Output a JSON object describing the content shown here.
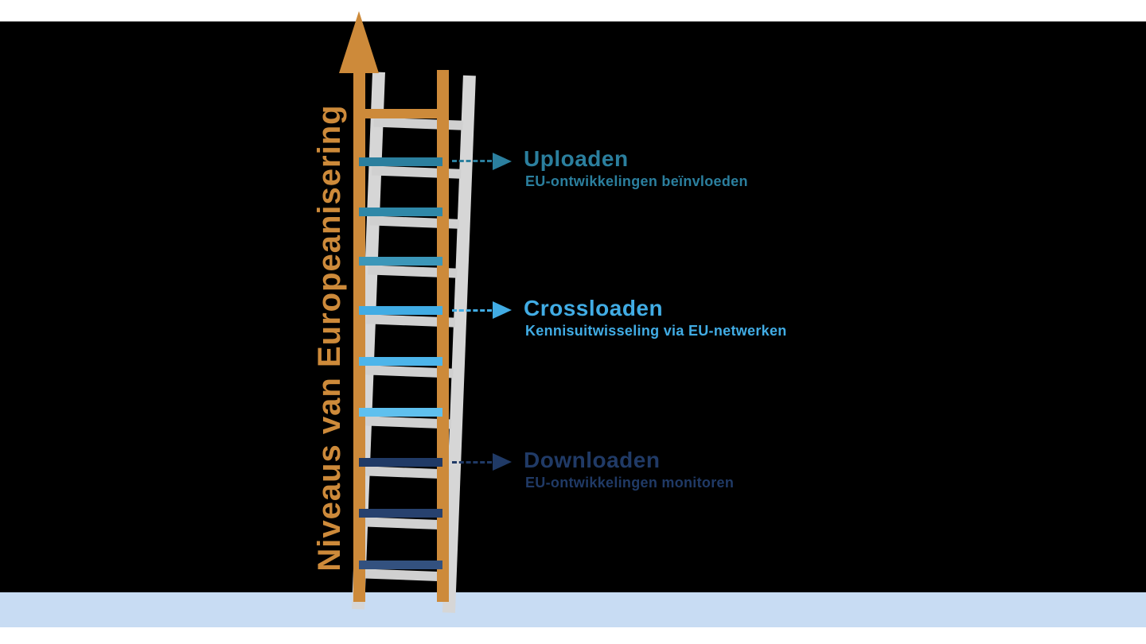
{
  "colors": {
    "background": "#000000",
    "orange": "#cd8a3a",
    "ground": "#c8dcf3"
  },
  "axis": {
    "title": "Niveaus van Europeanisering"
  },
  "levels": [
    {
      "name": "Uploaden",
      "description": "EU-ontwikkelingen beïnvloeden",
      "color": "#2b7f9e",
      "rung_colors": [
        "#2b7f9e",
        "#2f88a8",
        "#3c97b9"
      ]
    },
    {
      "name": "Crossloaden",
      "description": "Kennisuitwisseling via EU-netwerken",
      "color": "#41ace4",
      "rung_colors": [
        "#41ace4",
        "#4db5ea",
        "#5fc0ee"
      ]
    },
    {
      "name": "Downloaden",
      "description": "EU-ontwikkelingen monitoren",
      "color": "#203a66",
      "rung_colors": [
        "#203a66",
        "#27416e",
        "#33517f"
      ]
    }
  ]
}
